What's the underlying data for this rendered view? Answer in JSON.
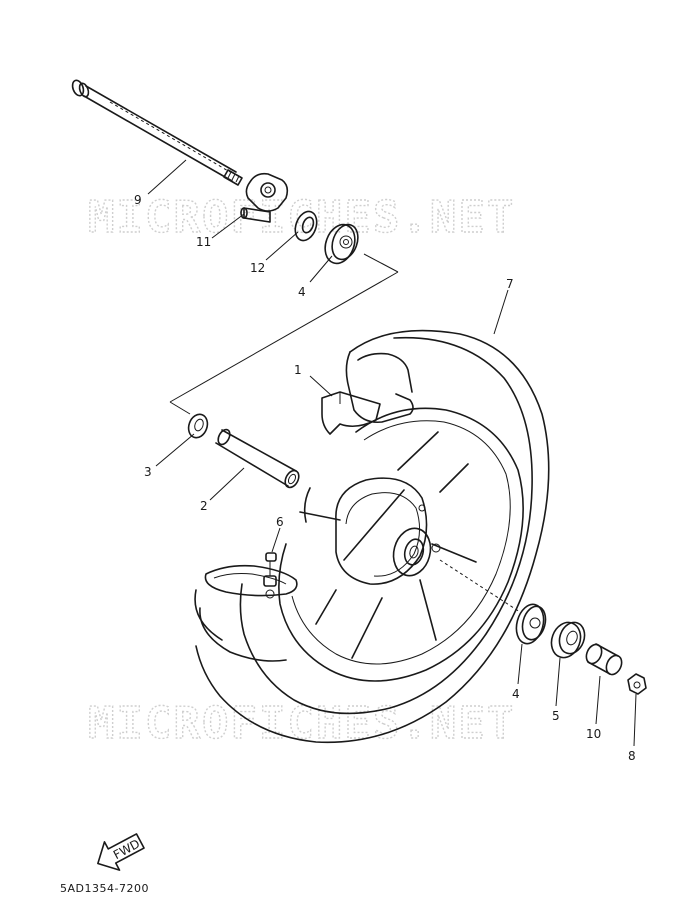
{
  "watermark": {
    "top_text": "MICROFICHES.NET",
    "bottom_text": "MICROFICHES.NET"
  },
  "callouts": [
    {
      "id": "c1",
      "number": "1"
    },
    {
      "id": "c2",
      "number": "2"
    },
    {
      "id": "c3",
      "number": "3"
    },
    {
      "id": "c4a",
      "number": "4"
    },
    {
      "id": "c4b",
      "number": "4"
    },
    {
      "id": "c5",
      "number": "5"
    },
    {
      "id": "c6",
      "number": "6"
    },
    {
      "id": "c7",
      "number": "7"
    },
    {
      "id": "c8",
      "number": "8"
    },
    {
      "id": "c9",
      "number": "9"
    },
    {
      "id": "c10",
      "number": "10"
    },
    {
      "id": "c11",
      "number": "11"
    },
    {
      "id": "c12",
      "number": "12"
    }
  ],
  "fwd_label": "FWD",
  "diagram_code": "5AD1354-7200"
}
